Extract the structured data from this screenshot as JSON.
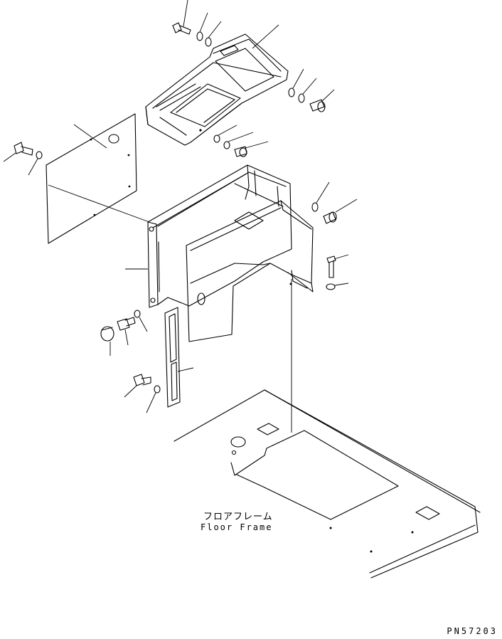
{
  "labels": {
    "floor_frame_jp": "フロアフレーム",
    "floor_frame_en": "Floor Frame",
    "drawing_code": "PN57203"
  },
  "colors": {
    "line": "#000000",
    "background": "#ffffff"
  }
}
